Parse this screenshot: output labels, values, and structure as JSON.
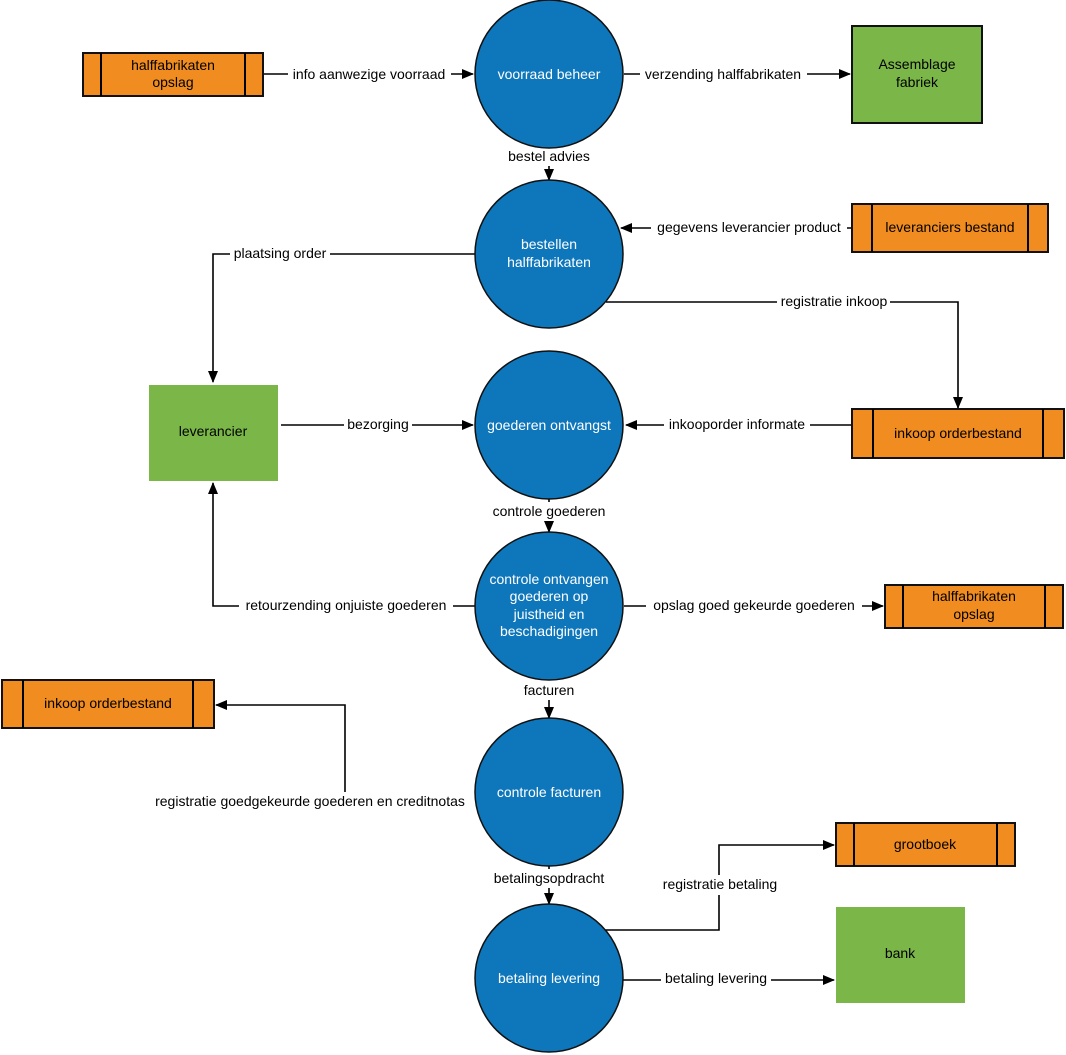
{
  "processes": {
    "voorraad_beheer": "voorraad beheer",
    "bestellen": [
      "bestellen",
      "halffabrikaten"
    ],
    "goederen_ontvangst": "goederen ontvangst",
    "controle_ontvangen": [
      "controle ontvangen",
      "goederen op",
      "juistheid en",
      "beschadigingen"
    ],
    "controle_facturen": "controle facturen",
    "betaling_levering": "betaling levering"
  },
  "stores": {
    "halffabrikaten_opslag_1": [
      "halffabrikaten",
      "opslag"
    ],
    "leveranciers_bestand": "leveranciers bestand",
    "inkoop_orderbestand_1": "inkoop orderbestand",
    "halffabrikaten_opslag_2": [
      "halffabrikaten",
      "opslag"
    ],
    "inkoop_orderbestand_2": "inkoop orderbestand",
    "grootboek": "grootboek"
  },
  "entities": {
    "assemblage_fabriek": [
      "Assemblage",
      "fabriek"
    ],
    "leverancier": "leverancier",
    "bank": "bank"
  },
  "flows": {
    "info_aanwezige_voorraad": "info aanwezige voorraad",
    "verzending_halffabrikaten": "verzending halffabrikaten",
    "bestel_advies": "bestel advies",
    "gegevens_leverancier_product": "gegevens leverancier product",
    "plaatsing_order": "plaatsing order",
    "registratie_inkoop": "registratie inkoop",
    "bezorging": "bezorging",
    "inkooporder_informate": "inkooporder informate",
    "controle_goederen": "controle goederen",
    "retourzending": "retourzending onjuiste goederen",
    "opslag_goed": "opslag goed gekeurde goederen",
    "facturen": "facturen",
    "registratie_goedgekeurde": "registratie goedgekeurde goederen en creditnotas",
    "betalingsopdracht": "betalingsopdracht",
    "registratie_betaling": "registratie betaling",
    "betaling_levering_flow": "betaling levering"
  },
  "colors": {
    "process": "#0E76BA",
    "store": "#F18C20",
    "entity": "#7AB648"
  }
}
